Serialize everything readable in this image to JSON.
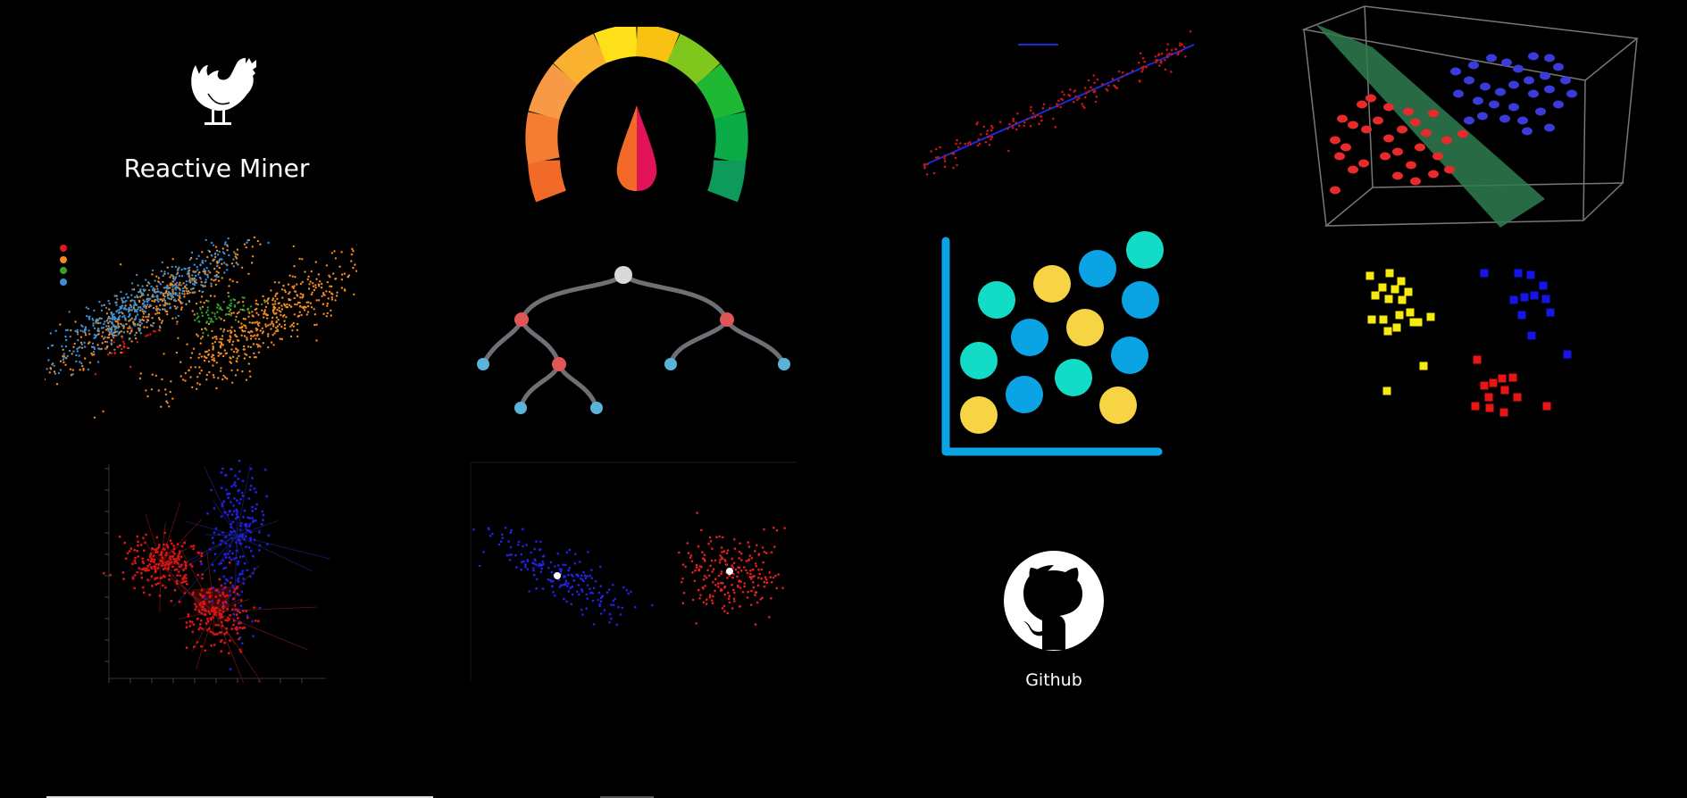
{
  "brand": {
    "title": "Reactive Miner",
    "logo_icon": "rooster-icon"
  },
  "github": {
    "label": "Github",
    "icon": "github-icon"
  },
  "tiles": [
    {
      "name": "brand-logo-tile"
    },
    {
      "name": "gauge-tile"
    },
    {
      "name": "linear-regression-tile"
    },
    {
      "name": "svm-3d-plane-tile"
    },
    {
      "name": "multi-cluster-scatter-tile"
    },
    {
      "name": "decision-tree-tile"
    },
    {
      "name": "bubble-chart-tile"
    },
    {
      "name": "square-clusters-tile"
    },
    {
      "name": "radial-clusters-tile"
    },
    {
      "name": "two-cluster-scatter-tile"
    },
    {
      "name": "github-tile"
    }
  ],
  "colors": {
    "background": "#000000",
    "red": "#e01818",
    "blue": "#1a2bd8",
    "orange": "#f28a22",
    "steel_blue": "#3d8fd1",
    "green": "#33a02c",
    "yellow": "#f7d443",
    "teal": "#12dcc6",
    "sky": "#0aa3e4",
    "axis_blue": "#0aa3e4"
  }
}
